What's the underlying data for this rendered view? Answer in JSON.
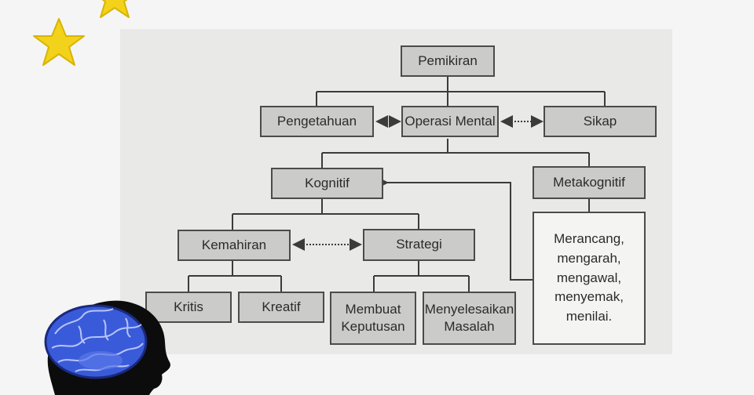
{
  "diagram": {
    "nodes": {
      "pemikiran": "Pemikiran",
      "pengetahuan": "Pengetahuan",
      "operasi_mental": "Operasi Mental",
      "sikap": "Sikap",
      "kognitif": "Kognitif",
      "metakognitif": "Metakognitif",
      "kemahiran": "Kemahiran",
      "strategi": "Strategi",
      "kritis": "Kritis",
      "kreatif": "Kreatif",
      "membuat_keputusan": "Membuat\nKeputusan",
      "menyelesaikan_masalah": "Menyelesaikan\nMasalah",
      "metakognitif_detail": "Merancang,\nmengarah,\nmengawal,\nmenyemak,\nmenilai."
    }
  },
  "colors": {
    "page_bg": "#f6f5f5",
    "panel_bg": "#e9e9e7",
    "box_fill": "#cbcbc9",
    "box_border": "#4b4b4b",
    "star": "#f2d21b",
    "brain": "#3a5bd9"
  },
  "decorations": [
    "star-icon",
    "star-icon",
    "brain-head-icon"
  ]
}
